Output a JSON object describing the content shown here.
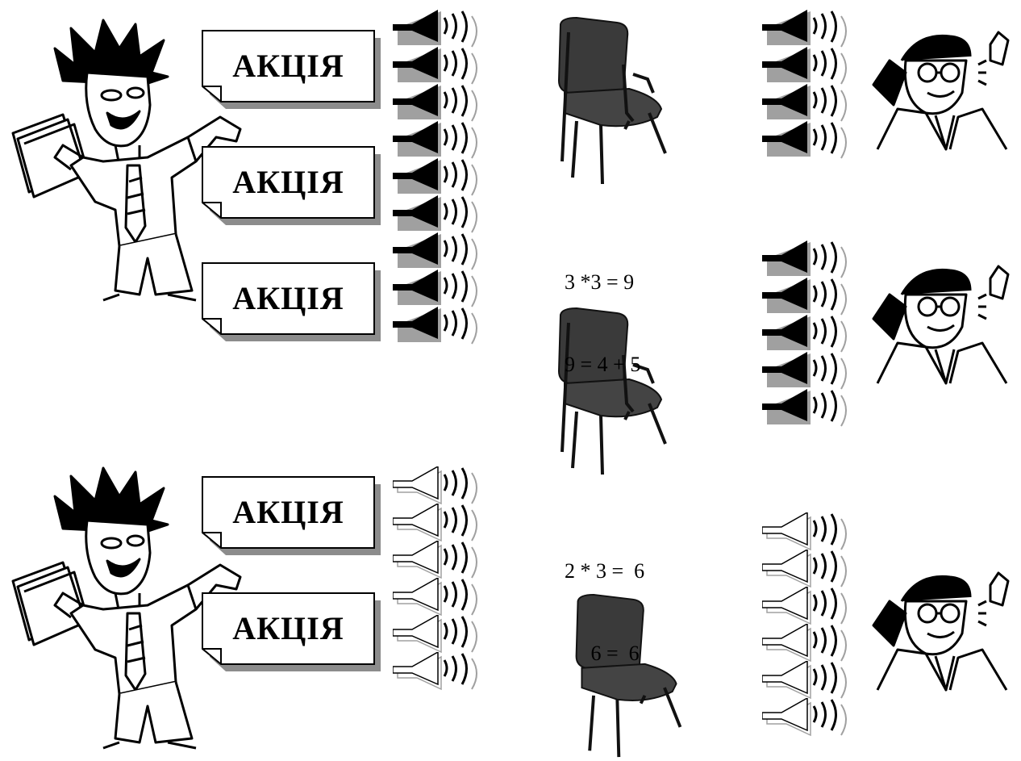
{
  "notes": {
    "top": [
      "АКЦІЯ",
      "АКЦІЯ",
      "АКЦІЯ"
    ],
    "bottom": [
      "АКЦІЯ",
      "АКЦІЯ"
    ]
  },
  "equations": {
    "first": [
      "3 *3 = 9",
      "9 = 4 + 5"
    ],
    "second": [
      "2 * 3 =  6",
      "     6 =  6"
    ]
  },
  "colors": {
    "note_shadow": "#8c8c8c",
    "speaker_outline_gray": "#a0a0a0",
    "chair": "#3a3a3a"
  },
  "icons": [
    "shouting-man-illustration",
    "paper-note-icon",
    "loudspeaker-icon",
    "office-chair-image",
    "phone-man-illustration"
  ]
}
